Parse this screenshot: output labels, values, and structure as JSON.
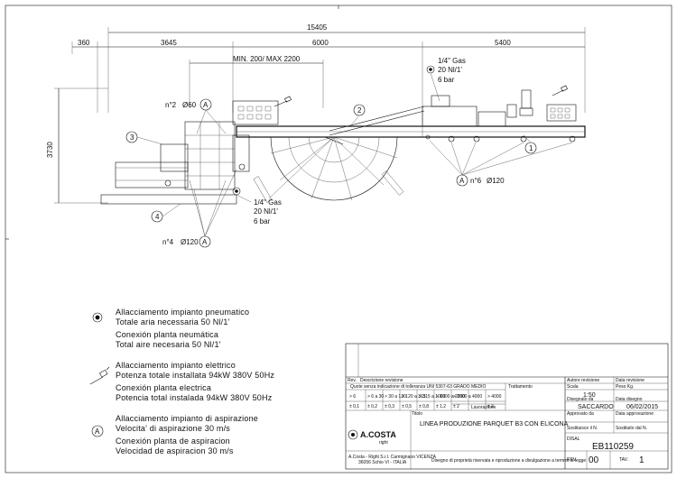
{
  "dimensions": {
    "overall": "15405",
    "left_offset": "360",
    "section_a": "3645",
    "section_b": "6000",
    "section_c": "5400",
    "height": "3730",
    "min_max": "MIN. 200/ MAX 2200"
  },
  "callouts": {
    "c1": "1",
    "c2": "2",
    "c3": "3",
    "c4": "4",
    "n2": "n°2",
    "n2_dia": "Ø60",
    "n4": "n°4",
    "n4_dia": "Ø120",
    "n6": "n°6",
    "n6_dia": "Ø120",
    "letter_a": "A"
  },
  "gas_right": {
    "l1": "1/4\" Gas",
    "l2": "20 Nl/1'",
    "l3": "6 bar"
  },
  "gas_left": {
    "l1": "1/4\" Gas",
    "l2": "20 Nl/1'",
    "l3": "6 bar"
  },
  "legend": [
    {
      "icon": "pneumatic-icon",
      "it1": "Allacciamento impianto pneumatico",
      "it2": "Totale aria necessaria 50 Nl/1'",
      "es1": "Conexión planta neumática",
      "es2": "Total aire necesaria 50 Nl/1'"
    },
    {
      "icon": "electric-plug-icon",
      "it1": "Allacciamento impianto elettrico",
      "it2": "Potenza totale installata 94kW 380V 50Hz",
      "es1": "Conexión planta electrica",
      "es2": "Potencia total instalada 94kW 380V 50Hz"
    },
    {
      "icon": "aspiration-icon",
      "it1": "Allacciamento impianto di aspirazione",
      "it2": "Velocita' di aspirazione 30 m/s",
      "es1": "Conexión planta de aspiracion",
      "es2": "Velocidad de aspiracion 30 m/s"
    }
  ],
  "title_block": {
    "rev_label": "Rev.",
    "rev_desc_label": "Descrizione revisione",
    "tolerance_text": "Quote senza indicazione di tolleranza UNI 5307-63 GRADO MEDIO",
    "tol_ranges": [
      "> 6",
      "> 6 a 30",
      "> 30 a 120",
      "> 120 a 315",
      "> 315 a 1000",
      "> 1000 a 2000",
      "> 2000 a 4000",
      "> 4000"
    ],
    "tol_values": [
      "± 0,1",
      "± 0,2",
      "± 0,3",
      "± 0,5",
      "± 0,8",
      "± 1,2",
      "± 2",
      "± 3"
    ],
    "trattamento": "Trattamento",
    "lavorazione": "Lavorazione",
    "titolo": "Titolo",
    "title": "LINEA PRODUZIONE PARQUET B3 CON ELICONA",
    "autore_label": "Autore revisione",
    "data_rev_label": "Data revisione",
    "scala_label": "Scala",
    "scala": "1:50",
    "peso_label": "Peso Kg.",
    "disegnato_label": "Disegnato da",
    "disegnato": "SACCARDO",
    "data_disegno_label": "Data disegno",
    "data_disegno": "06/02/2015",
    "approvato_label": "Approvato da",
    "data_appr_label": "Data approvazione",
    "sostituisce_label": "Sostituisce il N.",
    "sostituito_label": "Sostituito dal N.",
    "disal_label": "DISAL",
    "drawing_no": "EB110259",
    "rev_no_label": "REV.",
    "rev_no": "00",
    "tav_label": "TAV.",
    "tav_no": "1",
    "brand": "A.COSTA",
    "brand_sub": "right",
    "company": "A.Costa - Right S.r.l. Carmignano VICENZA",
    "company2": "36056 Schio VI - ITALIA",
    "disclaimer": "Disegno di proprietà riservata e riproduzione a divulgazione a termini di legge"
  }
}
